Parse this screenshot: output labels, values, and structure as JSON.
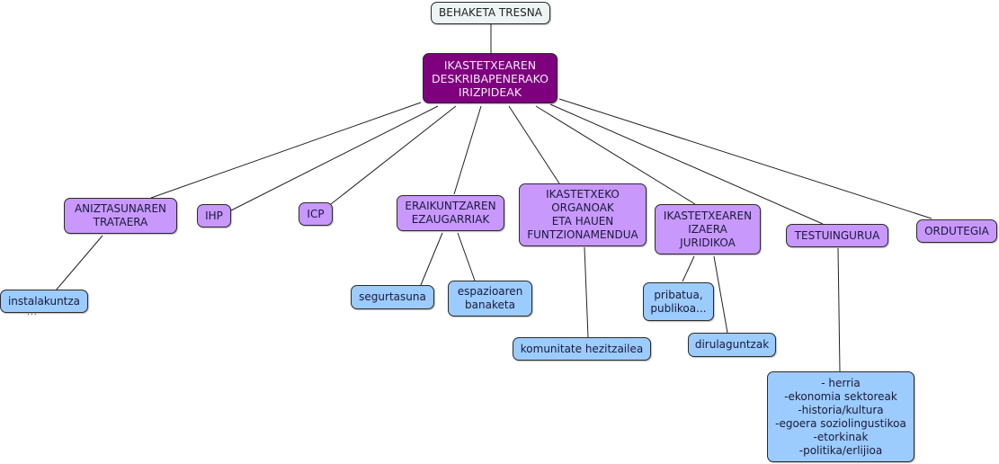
{
  "nodes": {
    "root": "BEHAKETA TRESNA",
    "main": "IKASTETXEAREN\nDESKRIBAPENERAKO\nIRIZPIDEAK",
    "aniztasuna": "ANIZTASUNAREN\nTRATAERA",
    "ihp": "IHP",
    "icp": "ICP",
    "eraikuntza": "ERAIKUNTZAREN\nEZAUGARRIAK",
    "organoak": "IKASTETXEKO\nORGANOAK\nETA HAUEN\nFUNTZIONAMENDUA",
    "izaera": "IKASTETXEAREN\nIZAERA\nJURIDIKOA",
    "testuingurua": "TESTUINGURUA",
    "ordutegia": "ORDUTEGIA",
    "instalakuntza": "instalakuntza",
    "segurtasuna": "segurtasuna",
    "espazioa": "espazioaren\nbanaketa",
    "komunitatea": "komunitate hezitzailea",
    "pribatua": "pribatua,\npublikoa...",
    "dirulaguntzak": "dirulaguntzak",
    "testuinguru_items": "- herria\n-ekonomia sektoreak\n-historia/kultura\n-egoera soziolingustikoa\n-etorkinak\n-politika/erlijioa"
  },
  "truncation_marker": "...",
  "colors": {
    "root_fill": "#eef4f4",
    "main_fill": "#7e007e",
    "category_fill": "#c898fc",
    "leaf_fill": "#9ccbfd"
  }
}
